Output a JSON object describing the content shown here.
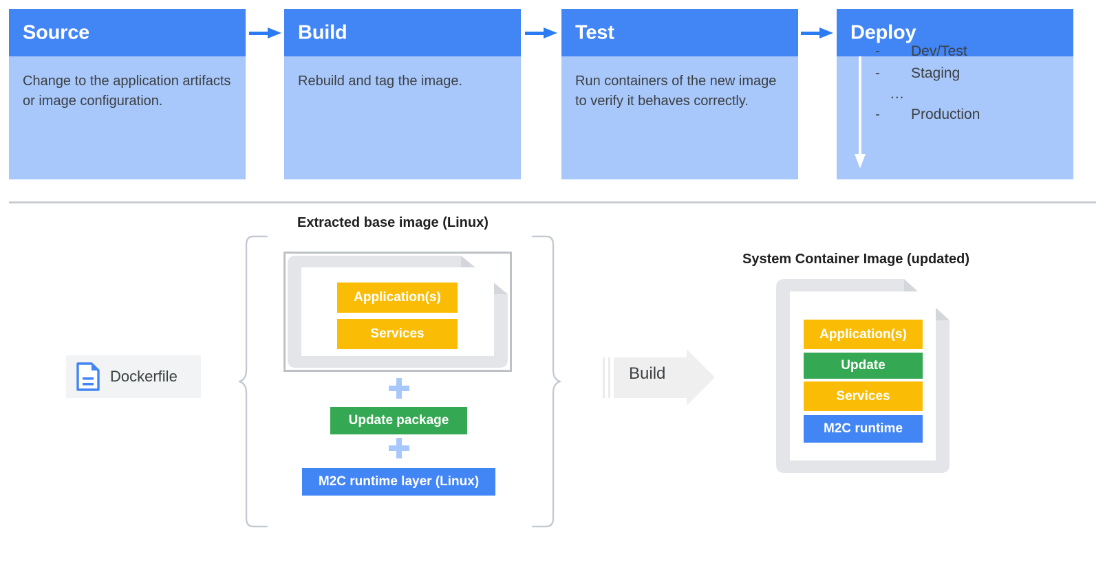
{
  "pipeline": {
    "stages": [
      {
        "title": "Source",
        "body": "Change to the application artifacts or image configuration."
      },
      {
        "title": "Build",
        "body": "Rebuild and tag the image."
      },
      {
        "title": "Test",
        "body": "Run containers of the new image to verify it behaves correctly."
      },
      {
        "title": "Deploy",
        "body": ""
      }
    ],
    "deploy_targets": [
      {
        "dash": "-",
        "label": "Dev/Test"
      },
      {
        "dash": "-",
        "label": "Staging"
      },
      {
        "dash": "",
        "label": "..."
      },
      {
        "dash": "-",
        "label": "Production"
      }
    ],
    "arrow_icon": "arrow-right-icon",
    "deploy_flow_icon": "arrow-down-icon"
  },
  "lower": {
    "base_image_caption": "Extracted base image (Linux)",
    "system_image_caption": "System Container Image (updated)",
    "dockerfile": {
      "label": "Dockerfile",
      "icon": "document-icon"
    },
    "base_layers": [
      {
        "label": "Application(s)",
        "color": "#FABC05"
      },
      {
        "label": "Services",
        "color": "#FABC05"
      }
    ],
    "plus_symbol": "+",
    "update_package": {
      "label": "Update package",
      "color": "#34A853"
    },
    "m2c_runtime_layer": {
      "label": "M2C runtime layer (Linux)",
      "color": "#4285F4"
    },
    "build_arrow": {
      "label": "Build",
      "icon": "arrow-right-block-icon"
    },
    "system_layers": [
      {
        "label": "Application(s)",
        "color": "#FABC05"
      },
      {
        "label": "Update",
        "color": "#34A853"
      },
      {
        "label": "Services",
        "color": "#FABC05"
      },
      {
        "label": "M2C runtime",
        "color": "#4285F4"
      }
    ]
  },
  "colors": {
    "header_blue": "#4285F4",
    "body_blue": "#A8C7FA",
    "arrow_blue": "#2B7BF3",
    "yellow": "#FABC05",
    "green": "#34A853",
    "gray_light": "#E3E5E8",
    "gray_border": "#BDC1C6",
    "divider": "#C8CDD3",
    "text_dark": "#3C4043"
  }
}
